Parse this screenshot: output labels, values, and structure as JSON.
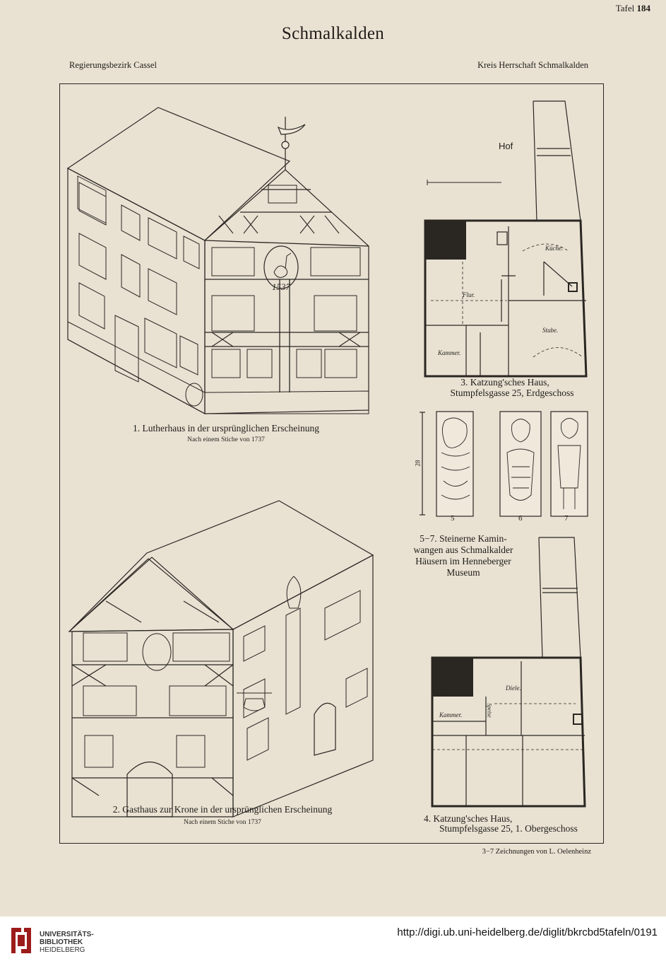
{
  "page": {
    "plate_label": "Tafel",
    "plate_number": "184",
    "title": "Schmalkalden",
    "header_left": "Regierungsbezirk Cassel",
    "header_right": "Kreis Herrschaft Schmalkalden"
  },
  "figures": {
    "fig1": {
      "caption": "1. Lutherhaus in der ursprünglichen Erscheinung",
      "source": "Nach einem Stiche von 1737",
      "date_on_facade": "1537"
    },
    "fig2": {
      "caption": "2. Gasthaus zur Krone in der ursprünglichen Erscheinung",
      "source": "Nach einem Stiche von 1737"
    },
    "fig3": {
      "caption_line1": "3. Katzung'sches Haus,",
      "caption_line2": "Stumpfelsgasse 25, Erdgeschoss",
      "court_label": "Hof",
      "rooms": [
        "Flur.",
        "Küche.",
        "Stube.",
        "Kammer."
      ]
    },
    "fig4": {
      "caption_line1": "4. Katzung'sches Haus,",
      "caption_line2": "Stumpfelsgasse 25, 1. Obergeschoss",
      "rooms": [
        "Diele.",
        "Kammer.",
        "Speise"
      ]
    },
    "fig57": {
      "caption_line1": "5−7. Steinerne Kamin-",
      "caption_line2": "wangen aus Schmalkalder",
      "caption_line3": "Häusern im Henneberger",
      "caption_line4": "Museum",
      "numbers": [
        "5",
        "6",
        "7"
      ],
      "dimension": "28"
    },
    "credit": "3−7 Zeichnungen von L. Oelenheinz"
  },
  "footer": {
    "logo_line1": "UNIVERSITÄTS-",
    "logo_line2": "BIBLIOTHEK",
    "logo_line3": "HEIDELBERG",
    "url": "http://digi.ub.uni-heidelberg.de/diglit/bkrcbd5tafeln/0191"
  },
  "colors": {
    "paper": "#e9e2d3",
    "ink": "#2a2622",
    "logo_red": "#9c1c1c"
  }
}
